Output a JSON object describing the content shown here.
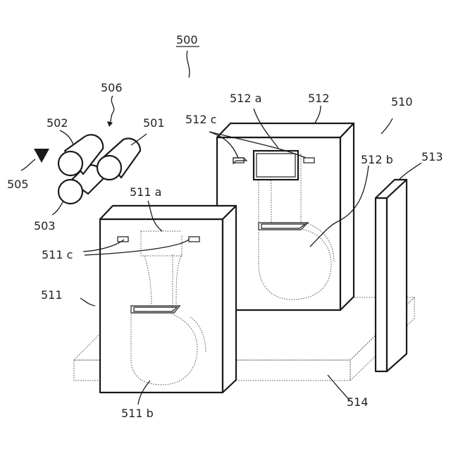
{
  "labels": {
    "ref_500": "500",
    "ref_501": "501",
    "ref_502": "502",
    "ref_503": "503",
    "ref_505": "505",
    "ref_506": "506",
    "ref_510": "510",
    "ref_511": "511",
    "ref_511a": "511 a",
    "ref_511b": "511 b",
    "ref_511c": "511 c",
    "ref_512": "512",
    "ref_512a": "512 a",
    "ref_512b": "512 b",
    "ref_512c": "512 c",
    "ref_513": "513",
    "ref_514": "514"
  },
  "colors": {
    "line": "#1a1a1a",
    "dotted": "#555555",
    "background": "#ffffff"
  }
}
